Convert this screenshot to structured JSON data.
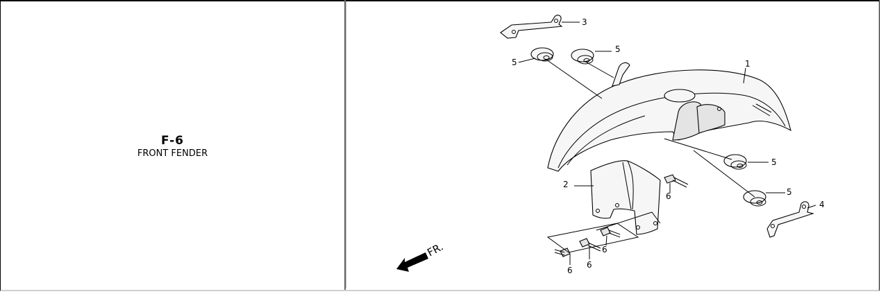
{
  "section": {
    "code": "F-6",
    "name": "FRONT FENDER"
  },
  "diagram": {
    "direction_label": "FR.",
    "callouts": {
      "fender": "1",
      "inner_fender": "2",
      "bracket_upper": "3",
      "bracket_lower": "4",
      "grommet_a": "5",
      "grommet_b": "5",
      "grommet_c": "5",
      "grommet_d": "5",
      "bolt_a": "6",
      "bolt_b": "6",
      "bolt_c": "6",
      "bolt_d": "6"
    }
  }
}
